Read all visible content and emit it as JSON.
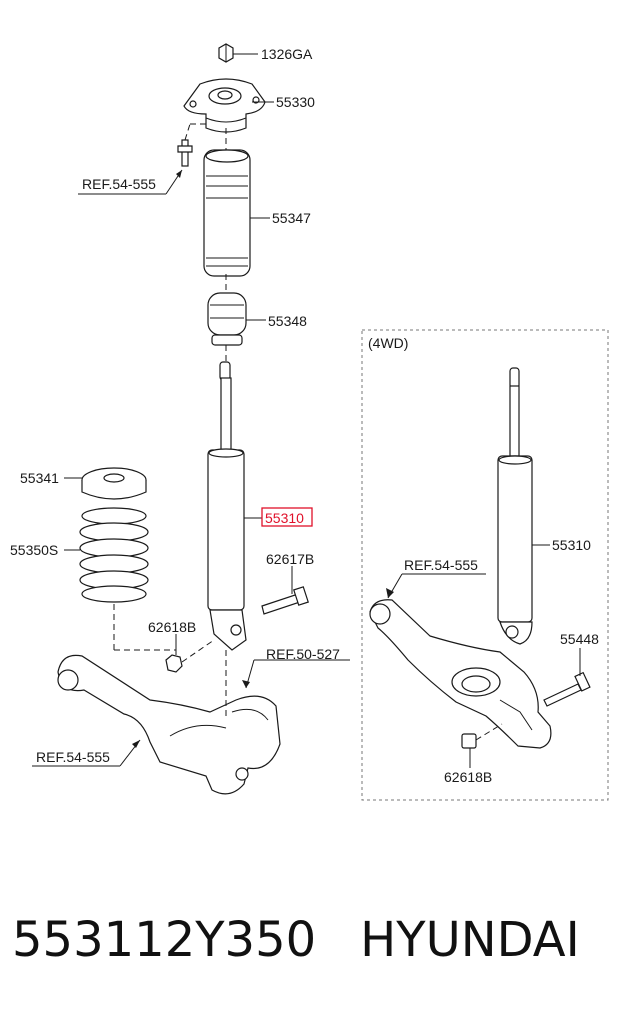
{
  "callouts": {
    "c1326ga": "1326GA",
    "c55330": "55330",
    "ref54555_top": "REF.54-555",
    "c55347": "55347",
    "c55348": "55348",
    "c55341": "55341",
    "c55310_main": "55310",
    "c55350s": "55350S",
    "c62617b": "62617B",
    "c62618b_left": "62618B",
    "ref50527": "REF.50-527",
    "ref54555_left": "REF.54-555",
    "label_4wd": "(4WD)",
    "ref54555_4wd": "REF.54-555",
    "c55310_4wd": "55310",
    "c55448": "55448",
    "c62618b_4wd": "62618B"
  },
  "footer": {
    "part_number": "553112Y350",
    "brand": "HYUNDAI"
  },
  "colors": {
    "highlight": "#e0112a",
    "line": "#1a1a1a"
  }
}
